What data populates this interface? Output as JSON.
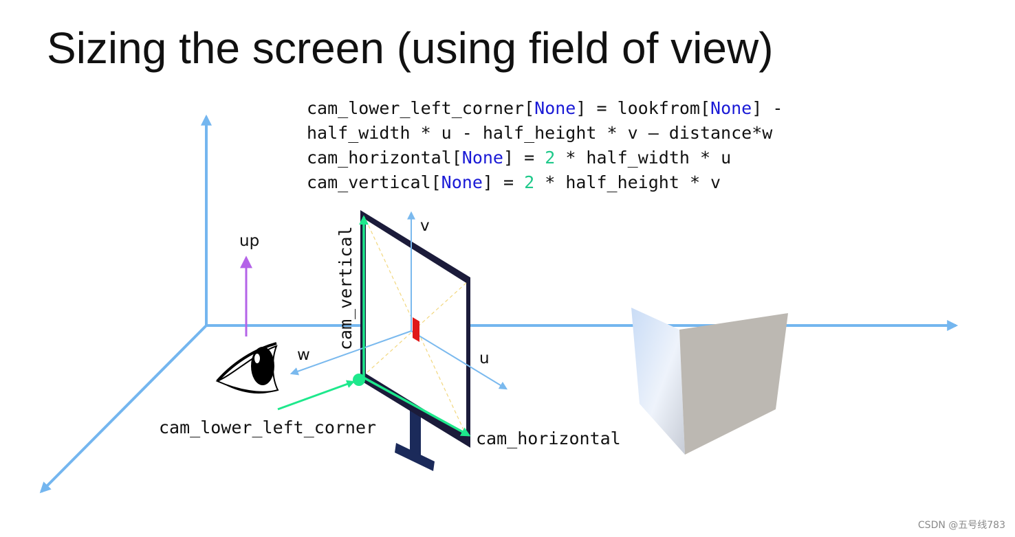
{
  "title": "Sizing the screen (using field of view)",
  "code": {
    "line1": {
      "a": "cam_lower_left_corner[",
      "kw1": "None",
      "b": "] = lookfrom[",
      "kw2": "None",
      "c": "] -"
    },
    "line2": {
      "a": "half_width * u - half_height * v – distance*w"
    },
    "line3": {
      "a": "cam_horizontal[",
      "kw1": "None",
      "b": "] = ",
      "num": "2",
      "c": " * half_width * u"
    },
    "line4": {
      "a": "cam_vertical[",
      "kw1": "None",
      "b": "] = ",
      "num": "2",
      "c": " * half_height * v"
    }
  },
  "labels": {
    "up": "up",
    "v": "v",
    "u": "u",
    "w": "w",
    "cam_vertical": "cam_vertical",
    "cam_lower_left_corner": "cam_lower_left_corner",
    "cam_horizontal": "cam_horizontal"
  },
  "colors": {
    "axis": "#74b6ef",
    "camera_axis": "#7ab9ee",
    "up_vector": "#b463e8",
    "screen_vectors": "#1ee88c",
    "screen_frame": "#1b1b3a",
    "pixel": "#e01818",
    "keyword": "#1a1ad6",
    "number": "#1ec98a"
  },
  "watermark": "CSDN @五号线783"
}
